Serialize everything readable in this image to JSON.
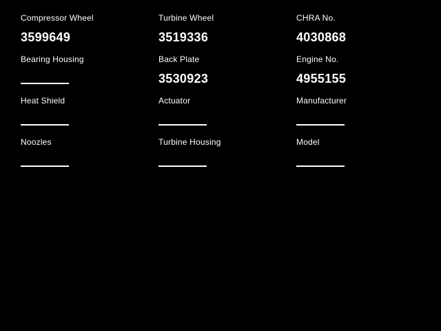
{
  "page": {
    "background_color": "#000000",
    "text_color": "#ffffff"
  },
  "fields": [
    {
      "label": "Compressor Wheel",
      "value": "3599649"
    },
    {
      "label": "Turbine Wheel",
      "value": "3519336"
    },
    {
      "label": "CHRA No.",
      "value": "4030868"
    },
    {
      "label": "Bearing Housing",
      "value": ""
    },
    {
      "label": "Back Plate",
      "value": "3530923"
    },
    {
      "label": "Engine No.",
      "value": "4955155"
    },
    {
      "label": "Heat Shield",
      "value": ""
    },
    {
      "label": "Actuator",
      "value": ""
    },
    {
      "label": "Manufacturer",
      "value": ""
    },
    {
      "label": "Noozles",
      "value": ""
    },
    {
      "label": "Turbine Housing",
      "value": ""
    },
    {
      "label": "Model",
      "value": ""
    }
  ]
}
